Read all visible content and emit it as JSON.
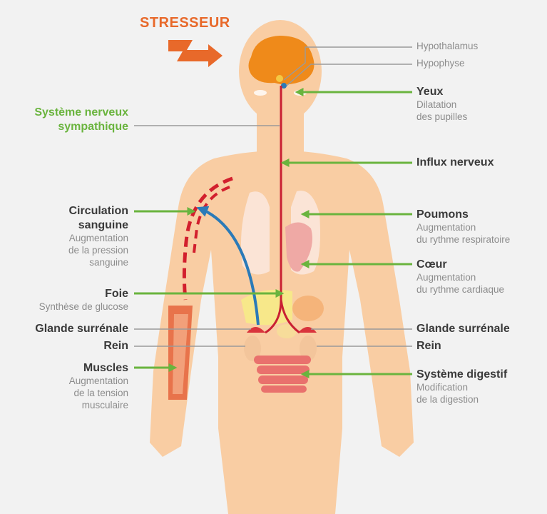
{
  "colors": {
    "background": "#f2f2f2",
    "skin": "#f9cda3",
    "brain": "#ef8a1a",
    "stress": "#e8692a",
    "green_arrow": "#6ab43e",
    "red_nerve": "#c92033",
    "blue_arrow": "#2a7ab8",
    "title_text": "#3a3a3a",
    "sub_text": "#8c8c8c"
  },
  "stressor": "STRESSEUR",
  "sympathetic": {
    "line1": "Système nerveux",
    "line2": "sympathique"
  },
  "left_labels": {
    "circulation": {
      "title1": "Circulation",
      "title2": "sanguine",
      "sub1": "Augmentation",
      "sub2": "de la pression",
      "sub3": "sanguine"
    },
    "foie": {
      "title": "Foie",
      "sub": "Synthèse de glucose"
    },
    "glande": "Glande surrénale",
    "rein": "Rein",
    "muscles": {
      "title": "Muscles",
      "sub1": "Augmentation",
      "sub2": "de la tension",
      "sub3": "musculaire"
    }
  },
  "right_labels": {
    "hypothalamus": "Hypothalamus",
    "hypophyse": "Hypophyse",
    "yeux": {
      "title": "Yeux",
      "sub1": "Dilatation",
      "sub2": "des pupilles"
    },
    "influx": "Influx nerveux",
    "poumons": {
      "title": "Poumons",
      "sub1": "Augmentation",
      "sub2": "du rythme respiratoire"
    },
    "coeur": {
      "title": "Cœur",
      "sub1": "Augmentation",
      "sub2": "du rythme cardiaque"
    },
    "glande": "Glande surrénale",
    "rein": "Rein",
    "digestif": {
      "title": "Système digestif",
      "sub1": "Modification",
      "sub2": "de la digestion"
    }
  }
}
